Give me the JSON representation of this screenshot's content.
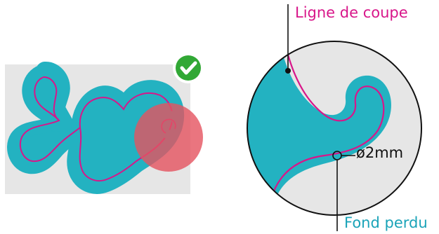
{
  "labels": {
    "cut_line": "Ligne de coupe",
    "bleed": "Fond perdu",
    "diameter": "ø2mm"
  },
  "icons": {
    "status": "check-icon",
    "zoom_marker": "magnifier-circle"
  },
  "colors": {
    "shape_fill": "#23b2c1",
    "cut_line": "#d8168a",
    "bleed_label": "#1aa3b8",
    "panel_bg": "#e6e6e6",
    "zoom_marker": "#e5535f",
    "check_badge": "#31a835",
    "outline": "#111111"
  }
}
